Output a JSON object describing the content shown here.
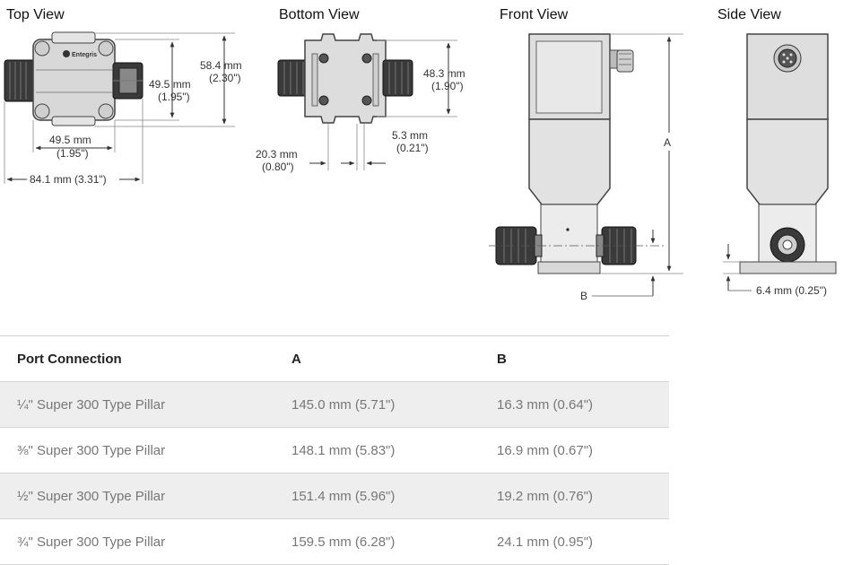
{
  "views": {
    "top": "Top View",
    "bottom": "Bottom View",
    "front": "Front View",
    "side": "Side View"
  },
  "logo_text": "Entegris",
  "dims": {
    "top_height": "58.4 mm",
    "top_height_in": "(2.30\")",
    "top_inner_height": "49.5 mm",
    "top_inner_height_in": "(1.95\")",
    "top_inner_width": "49.5 mm",
    "top_inner_width_in": "(1.95\")",
    "top_overall_width": "84.1 mm (3.31\")",
    "bottom_height": "48.3 mm",
    "bottom_height_in": "(1.90\")",
    "bottom_offset": "20.3 mm",
    "bottom_offset_in": "(0.80\")",
    "bottom_gap": "5.3 mm",
    "bottom_gap_in": "(0.21\")",
    "front_a": "A",
    "front_b": "B",
    "side_base": "6.4 mm (0.25\")"
  },
  "table": {
    "headers": [
      "Port Connection",
      "A",
      "B"
    ],
    "rows": [
      [
        "¼\" Super 300 Type Pillar",
        "145.0 mm (5.71\")",
        "16.3 mm (0.64\")"
      ],
      [
        "⅜\" Super 300 Type Pillar",
        "148.1 mm (5.83\")",
        "16.9 mm (0.67\")"
      ],
      [
        "½\" Super 300 Type Pillar",
        "151.4 mm (5.96\")",
        "19.2 mm (0.76\")"
      ],
      [
        "¾\" Super 300 Type Pillar",
        "159.5 mm (6.28\")",
        "24.1 mm (0.95\")"
      ]
    ]
  }
}
